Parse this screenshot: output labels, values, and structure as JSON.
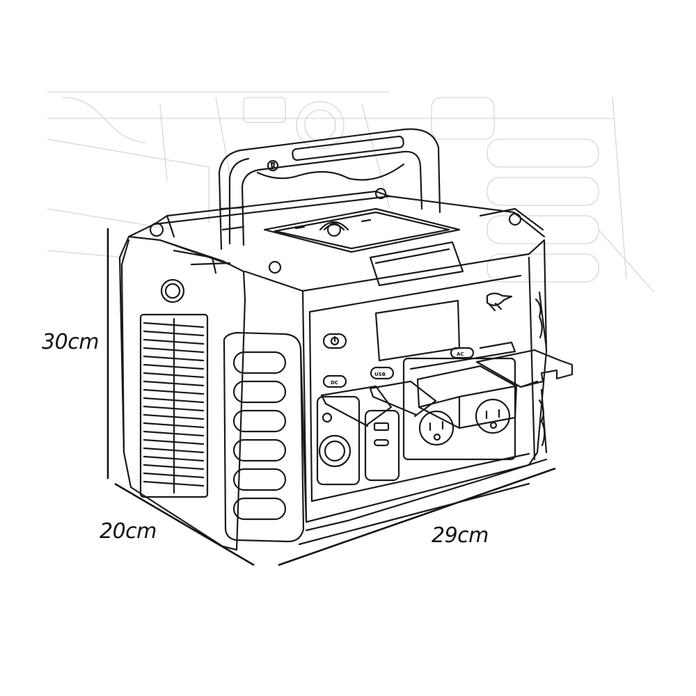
{
  "dimensions": {
    "height": "30cm",
    "depth": "20cm",
    "width": "29cm"
  },
  "ports": {
    "dc": "DC",
    "usb": "USB",
    "ac": "AC"
  },
  "colors": {
    "line": "#1a1a1a",
    "ghost": "#d4d4d4",
    "background": "#ffffff"
  },
  "icons": [
    "power-button-icon",
    "flashlight-icon",
    "wireless-charging-icon",
    "brand-bird-icon"
  ]
}
